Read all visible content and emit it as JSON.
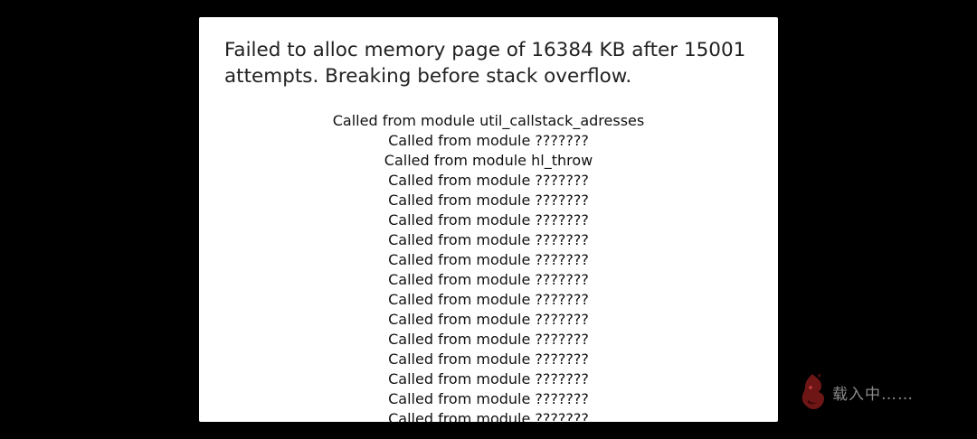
{
  "dialog": {
    "message": "Failed to alloc memory page of 16384 KB after 15001 attempts. Breaking before stack overflow.",
    "trace": [
      "Called from module util_callstack_adresses",
      "Called from module ???????",
      "Called from module hl_throw",
      "Called from module ???????",
      "Called from module ???????",
      "Called from module ???????",
      "Called from module ???????",
      "Called from module ???????",
      "Called from module ???????",
      "Called from module ???????",
      "Called from module ???????",
      "Called from module ???????",
      "Called from module ???????",
      "Called from module ???????",
      "Called from module ???????",
      "Called from module ???????"
    ]
  },
  "loading": {
    "text": "载入中……",
    "icon": "red-creature-icon"
  },
  "colors": {
    "background": "#000000",
    "dialog": "#ffffff",
    "loading_text": "#8a8a8a",
    "icon": "#7a1a1a"
  }
}
